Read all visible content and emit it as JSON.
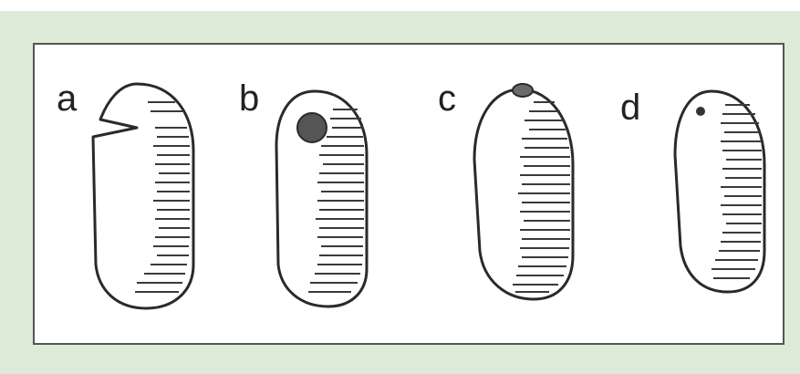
{
  "figure": {
    "labels": [
      "a",
      "b",
      "c",
      "d"
    ]
  },
  "colors": {
    "background": "#dcebd8",
    "panel": "#ffffff",
    "ink": "#2a2a2a"
  }
}
